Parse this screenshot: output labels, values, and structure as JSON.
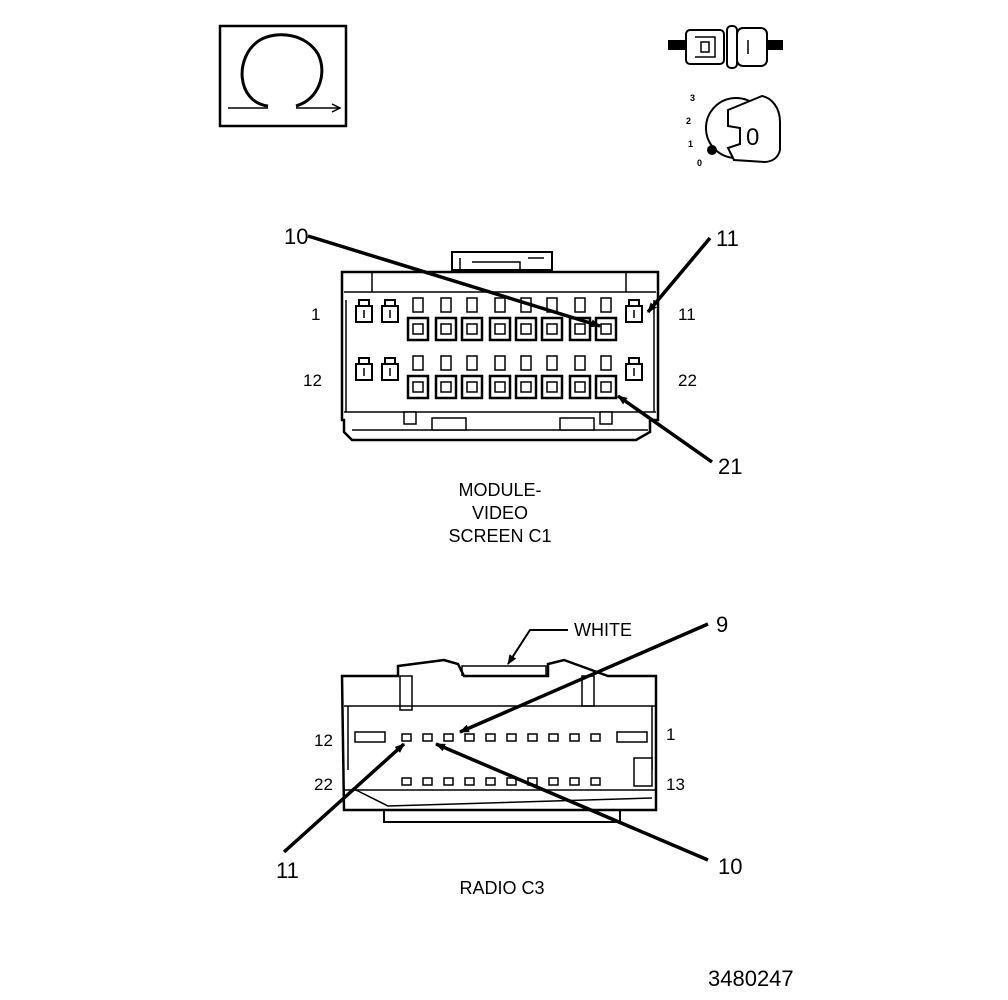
{
  "icons": {
    "ohmmeter": "ohmmeter-symbol-icon",
    "connector_test": "connector-disconnect-icon",
    "ignition": "ignition-key-icon"
  },
  "ignition_positions": [
    "3",
    "2",
    "1",
    "0"
  ],
  "ignition_key_text": "0",
  "connector_c1": {
    "caption_lines": [
      "MODULE-",
      "VIDEO",
      "SCREEN C1"
    ],
    "pin_labels": {
      "top_left": "1",
      "top_right": "11",
      "bottom_left": "12",
      "bottom_right": "22"
    },
    "callouts": {
      "top_left": "10",
      "top_right": "11",
      "bottom_right": "21"
    }
  },
  "connector_c3": {
    "caption": "RADIO C3",
    "color_label": "WHITE",
    "pin_labels": {
      "top_left": "12",
      "top_right": "1",
      "bottom_left": "22",
      "bottom_right": "13"
    },
    "callouts": {
      "top_right": "9",
      "bottom_left": "11",
      "bottom_right": "10"
    }
  },
  "figure_number": "3480247"
}
